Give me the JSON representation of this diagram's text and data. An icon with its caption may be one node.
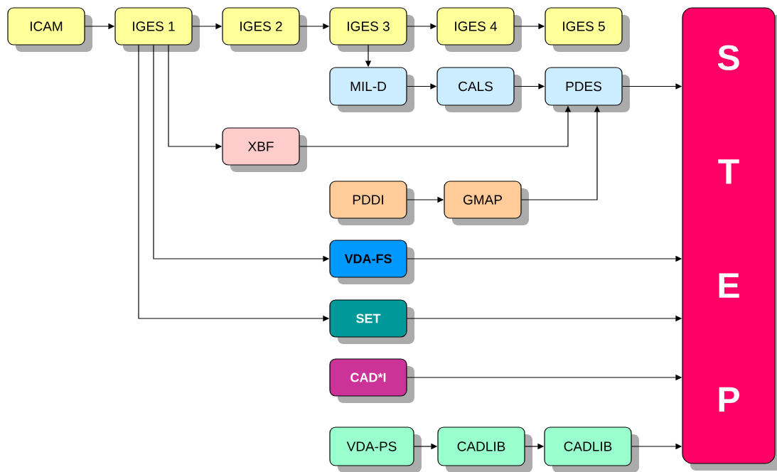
{
  "diagram": {
    "nodes": [
      {
        "text": [
          "ICAM"
        ]
      },
      {
        "text": [
          "IGES 1"
        ]
      },
      {
        "text": [
          "IGES 2"
        ]
      },
      {
        "text": [
          "IGES 3"
        ]
      },
      {
        "text": [
          "IGES 4"
        ]
      },
      {
        "text": [
          "IGES 5"
        ]
      },
      {
        "text": [
          "MIL-D"
        ]
      },
      {
        "text": [
          "CALS"
        ]
      },
      {
        "text": [
          "PDES"
        ]
      },
      {
        "text": [
          "XBF"
        ]
      },
      {
        "text": [
          "PDDI"
        ]
      },
      {
        "text": [
          "GMAP"
        ]
      },
      {
        "text": [
          "VDA-FS"
        ]
      },
      {
        "text": [
          "SET"
        ]
      },
      {
        "text": [
          "CAD*I"
        ]
      },
      {
        "text": [
          "VDA-PS"
        ]
      },
      {
        "text": [
          "CADLIB"
        ]
      },
      {
        "text": [
          "CADLIB"
        ]
      },
      {
        "text": [
          "S",
          "T",
          "E",
          "P"
        ]
      }
    ],
    "edges": [
      {
        "from": 0,
        "to": 1,
        "arrow": "to"
      },
      {
        "from": 1,
        "to": 2,
        "arrow": "to"
      },
      {
        "from": 2,
        "to": 3,
        "arrow": "to"
      },
      {
        "from": 3,
        "to": 4,
        "arrow": "to"
      },
      {
        "from": 4,
        "to": 5,
        "arrow": "to"
      },
      {
        "from": 3,
        "to": 6,
        "arrow": "to"
      },
      {
        "from": 6,
        "to": 7,
        "arrow": "to"
      },
      {
        "from": 7,
        "to": 8,
        "arrow": "to"
      },
      {
        "from": 1,
        "to": 9,
        "arrow": "to"
      },
      {
        "from": 9,
        "to": 8,
        "arrow": "to"
      },
      {
        "from": 10,
        "to": 11,
        "arrow": "to"
      },
      {
        "from": 11,
        "to": 8,
        "arrow": "to"
      },
      {
        "from": 1,
        "to": 12,
        "arrow": "to"
      },
      {
        "from": 1,
        "to": 13,
        "arrow": "to"
      },
      {
        "from": 8,
        "to": 18,
        "arrow": "to"
      },
      {
        "from": 12,
        "to": 18,
        "arrow": "to"
      },
      {
        "from": 13,
        "to": 18,
        "arrow": "to"
      },
      {
        "from": 14,
        "to": 18,
        "arrow": "to"
      },
      {
        "from": 15,
        "to": 16,
        "arrow": "to"
      },
      {
        "from": 16,
        "to": 17,
        "arrow": "to"
      },
      {
        "from": 17,
        "to": 18,
        "arrow": "to"
      }
    ]
  }
}
